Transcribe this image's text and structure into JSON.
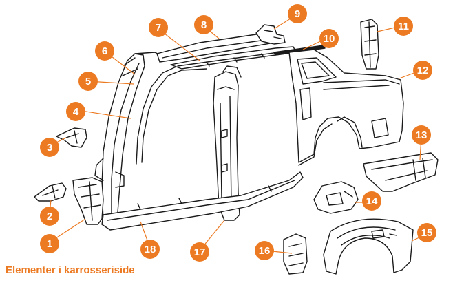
{
  "caption": "Elementer i karrosseriside",
  "colors": {
    "accent": "#ec7a22",
    "line": "#1a1a1a",
    "fill": "#ffffff"
  },
  "callouts": [
    {
      "label": "1"
    },
    {
      "label": "2"
    },
    {
      "label": "3"
    },
    {
      "label": "4"
    },
    {
      "label": "5"
    },
    {
      "label": "6"
    },
    {
      "label": "7"
    },
    {
      "label": "8"
    },
    {
      "label": "9"
    },
    {
      "label": "10"
    },
    {
      "label": "11"
    },
    {
      "label": "12"
    },
    {
      "label": "13"
    },
    {
      "label": "14"
    },
    {
      "label": "15"
    },
    {
      "label": "16"
    },
    {
      "label": "17"
    },
    {
      "label": "18"
    }
  ]
}
